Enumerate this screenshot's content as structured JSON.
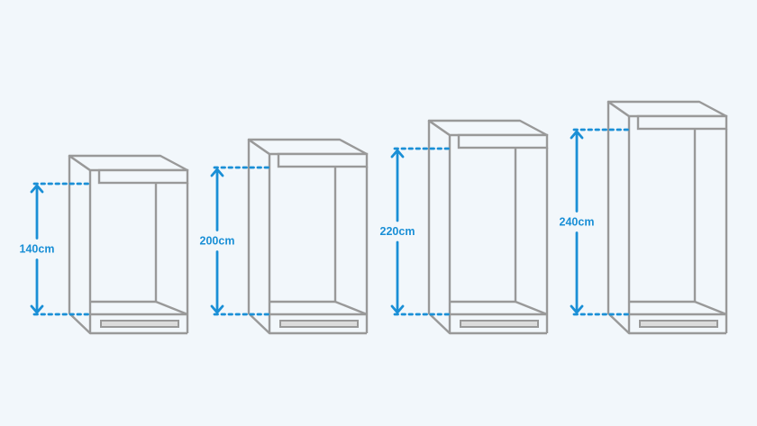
{
  "colors": {
    "background": "#f2f7fb",
    "cabinet_stroke": "#999999",
    "cabinet_fill": "#f2f7fb",
    "plinth_fill": "#dcdcdc",
    "dimension": "#1a8fd6"
  },
  "cabinets": [
    {
      "height_label": "140cm",
      "height_cm": 140
    },
    {
      "height_label": "200cm",
      "height_cm": 200
    },
    {
      "height_label": "220cm",
      "height_cm": 220
    },
    {
      "height_label": "240cm",
      "height_cm": 240
    }
  ]
}
